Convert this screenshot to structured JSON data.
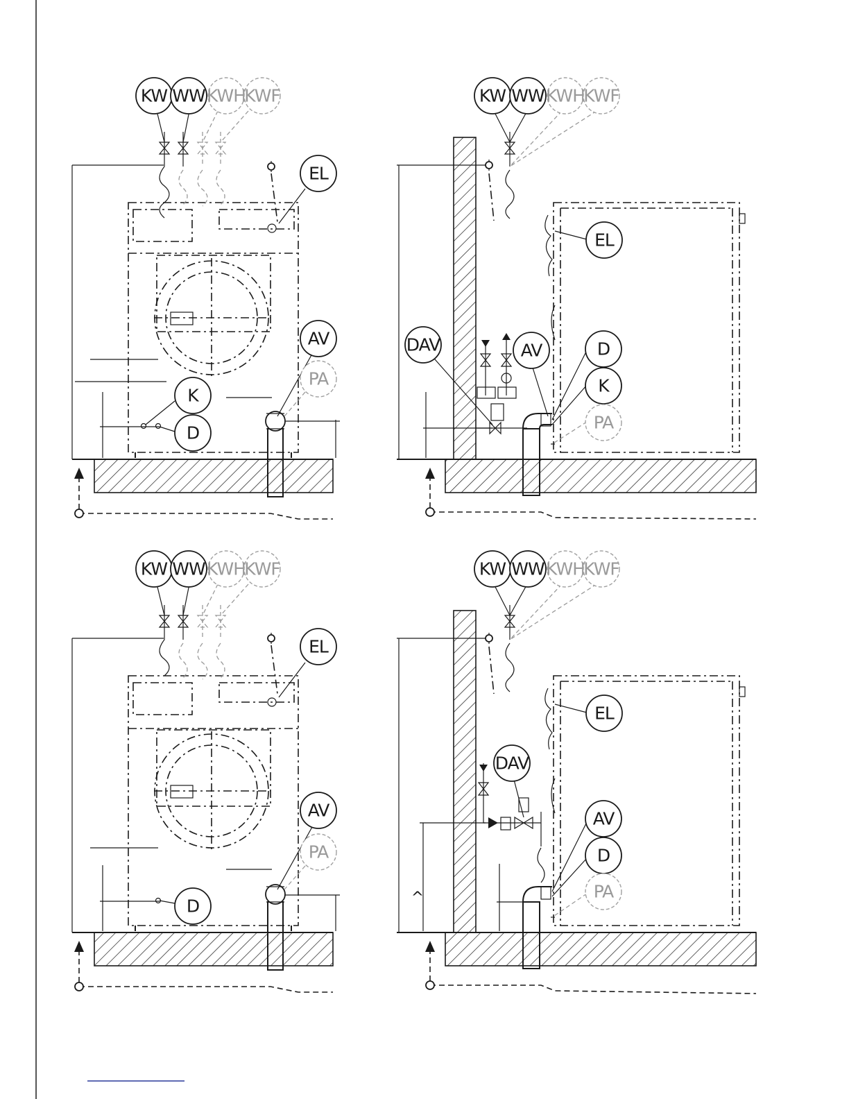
{
  "labels": {
    "kw": "KW",
    "ww": "WW",
    "kwh": "KWH",
    "kwf": "KWF",
    "el": "EL",
    "av": "AV",
    "pa": "PA",
    "k": "K",
    "d": "D",
    "dav": "DAV",
    "caret": "^"
  },
  "colors": {
    "line": "#1a1a1a",
    "inactive": "#9a9a9a",
    "footer_rule": "#2a3a9a"
  }
}
